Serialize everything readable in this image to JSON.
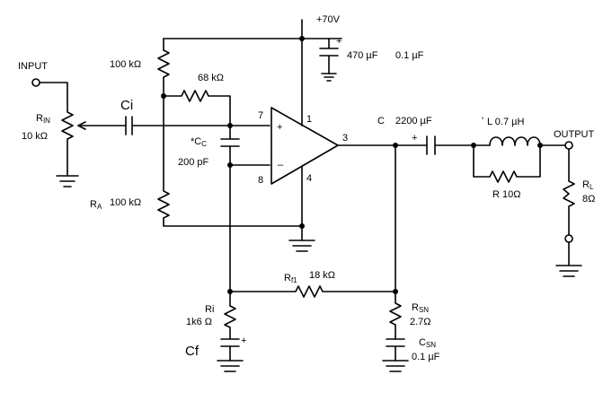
{
  "supply": {
    "label": "+70V"
  },
  "caps_supply": {
    "c1": "470 µF",
    "c2": "0.1 µF",
    "polarity": "+"
  },
  "input": {
    "label": "INPUT"
  },
  "rin": {
    "name": "R",
    "sub": "IN",
    "value": "10 kΩ"
  },
  "ci": {
    "label": "Ci"
  },
  "r_top": {
    "value": "100 kΩ"
  },
  "r_68k": {
    "value": "68 kΩ"
  },
  "cc": {
    "star": "*",
    "name": "C",
    "sub": "C",
    "value": "200 pF"
  },
  "ra": {
    "name": "R",
    "sub": "A",
    "value": "100 kΩ"
  },
  "opamp": {
    "pin1": "1",
    "pin3": "3",
    "pin4": "4",
    "pin7": "7",
    "pin8": "8",
    "plus": "+",
    "minus": "–"
  },
  "c_out": {
    "name": "C",
    "value": "2200 µF",
    "polarity": "+"
  },
  "inductor": {
    "mark": "'",
    "label": "L 0.7 µH"
  },
  "r_parallel": {
    "label": "R 10Ω"
  },
  "output": {
    "label": "OUTPUT"
  },
  "rl": {
    "name": "R",
    "sub": "L",
    "value": "8Ω"
  },
  "rf1": {
    "name": "R",
    "sub": "f1",
    "value": "18 kΩ"
  },
  "ri": {
    "name": "Ri",
    "value": "1k6 Ω"
  },
  "cf": {
    "label": "Cf",
    "polarity": "+"
  },
  "rsn": {
    "name": "R",
    "sub": "SN",
    "value": "2.7Ω"
  },
  "csn": {
    "name": "C",
    "sub": "SN",
    "value": "0.1 µF"
  }
}
